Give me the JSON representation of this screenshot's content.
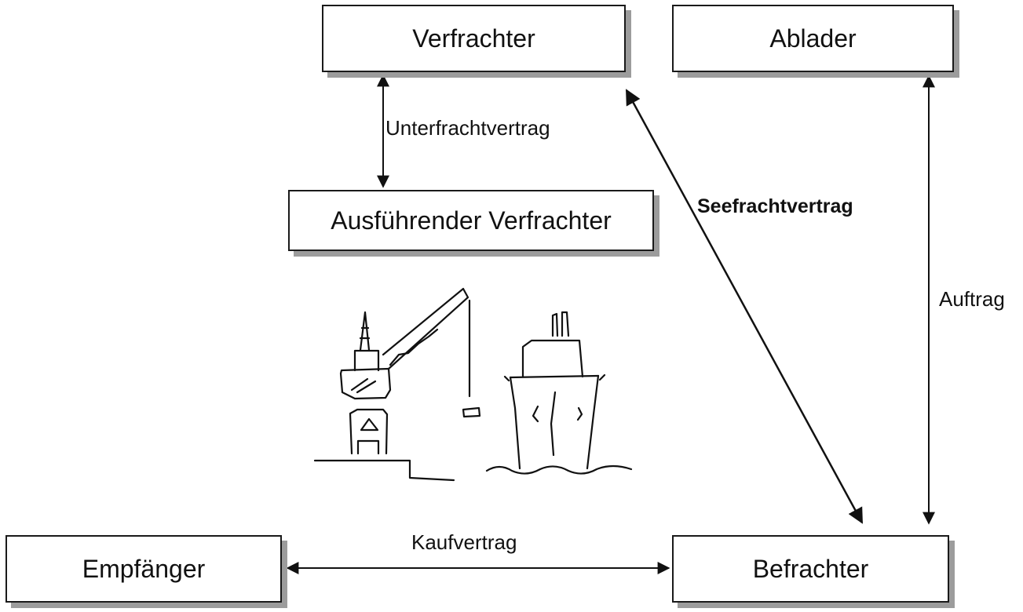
{
  "nodes": {
    "verfrachter": "Verfrachter",
    "ablader": "Ablader",
    "ausfuehrender": "Ausführender Verfrachter",
    "empfaenger": "Empfänger",
    "befrachter": "Befrachter"
  },
  "relations": {
    "unterfrachtvertrag": "Unterfrachtvertrag",
    "seefrachtvertrag": "Seefrachtvertrag",
    "auftrag": "Auftrag",
    "kaufvertrag": "Kaufvertrag"
  },
  "illustration": [
    "crane-sketch",
    "ship-sketch"
  ]
}
